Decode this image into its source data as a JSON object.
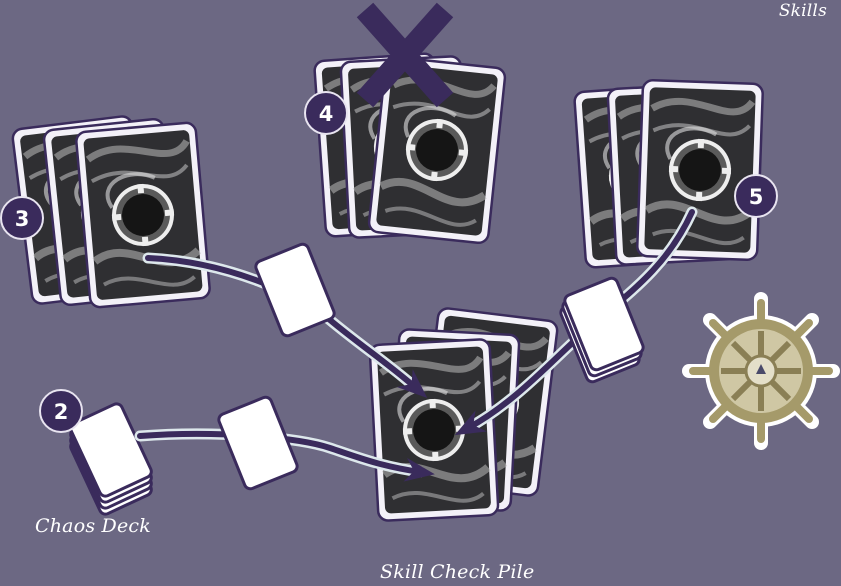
{
  "labels": {
    "skills": "Skills",
    "chaos_deck": "Chaos Deck",
    "skill_check_pile": "Skill Check Pile"
  },
  "markers": {
    "step_2": "2",
    "step_3": "3",
    "step_4": "4",
    "step_5": "5"
  },
  "colors": {
    "background": "#6c6883",
    "accent_purple": "#3a2b5c",
    "card_back_dark": "#3a3a3a",
    "card_border": "#f2f0f7",
    "blank_card": "#ffffff",
    "arrow_outline": "#dde8ec",
    "wheel_gold": "#a59a6a"
  },
  "icons": {
    "rejected_hand": "cross-mark-icon",
    "ship_wheel": "ship-wheel-icon",
    "card_back_emblem": "swirl-ring-emblem-icon"
  }
}
